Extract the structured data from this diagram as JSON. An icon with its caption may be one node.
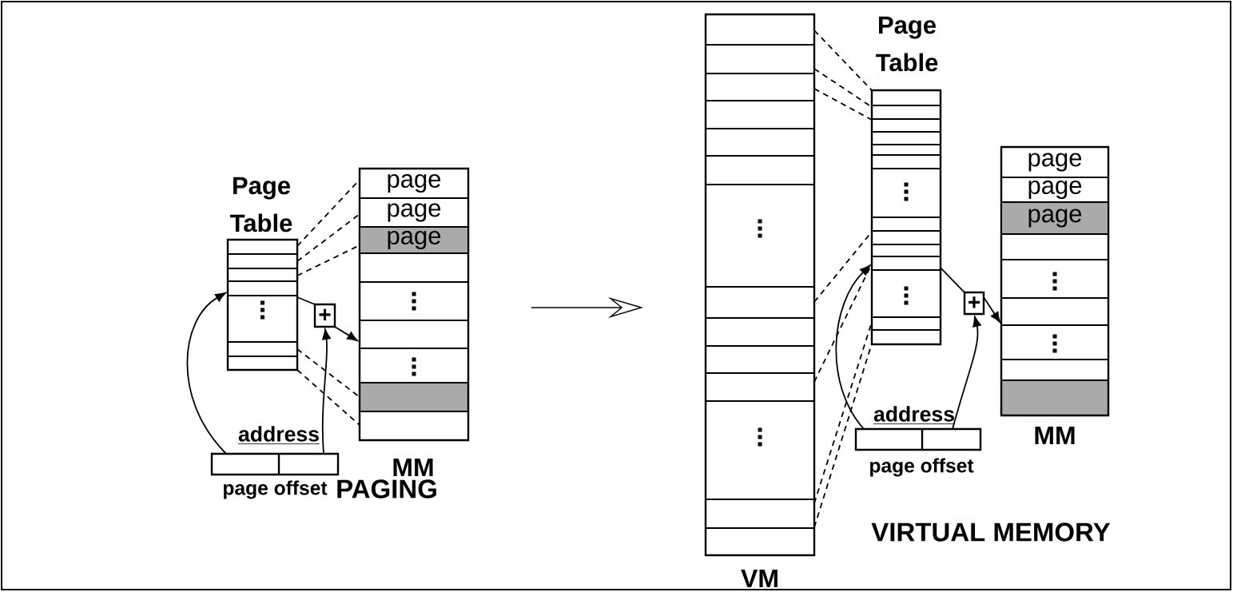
{
  "diagram": {
    "nodes": [
      {
        "text": [
          "Page Table"
        ]
      },
      {
        "text": [
          "+"
        ]
      },
      {
        "text": [
          "MM"
        ]
      },
      {
        "text": [
          "page"
        ],
        "in": 2
      },
      {
        "text": [
          "page"
        ],
        "in": 2
      },
      {
        "text": [
          "page"
        ],
        "in": 2
      },
      {
        "text": [
          "address",
          "page offset"
        ]
      },
      {
        "text": [
          "VM"
        ]
      },
      {
        "text": [
          "Page Table"
        ]
      },
      {
        "text": [
          "+"
        ]
      },
      {
        "text": [
          "MM"
        ]
      },
      {
        "text": [
          "page"
        ],
        "in": 10
      },
      {
        "text": [
          "page"
        ],
        "in": 10
      },
      {
        "text": [
          "page"
        ],
        "in": 10
      },
      {
        "text": [
          "address",
          "page offset"
        ]
      }
    ],
    "edges": [
      {
        "from": 6,
        "to": 0,
        "arrow": "to"
      },
      {
        "from": 0,
        "to": 1,
        "arrow": "none"
      },
      {
        "from": 1,
        "to": 2,
        "arrow": "to"
      },
      {
        "from": 6,
        "to": 1,
        "arrow": "to"
      },
      {
        "from": 0,
        "to": 2,
        "arrow": "none",
        "style": "dashed"
      },
      {
        "from": 0,
        "to": 2,
        "arrow": "none",
        "style": "dashed"
      },
      {
        "from": 0,
        "to": 2,
        "arrow": "none",
        "style": "dashed"
      },
      {
        "from": 0,
        "to": 2,
        "arrow": "none",
        "style": "dashed"
      },
      {
        "from": 0,
        "to": 2,
        "arrow": "none",
        "style": "dashed"
      },
      {
        "from": 14,
        "to": 8,
        "arrow": "to"
      },
      {
        "from": 8,
        "to": 9,
        "arrow": "none"
      },
      {
        "from": 9,
        "to": 10,
        "arrow": "to"
      },
      {
        "from": 14,
        "to": 9,
        "arrow": "to"
      },
      {
        "from": 7,
        "to": 8,
        "arrow": "none",
        "style": "dashed"
      },
      {
        "from": 7,
        "to": 8,
        "arrow": "none",
        "style": "dashed"
      },
      {
        "from": 7,
        "to": 8,
        "arrow": "none",
        "style": "dashed"
      },
      {
        "from": 7,
        "to": 8,
        "arrow": "none",
        "style": "dashed"
      },
      {
        "from": 7,
        "to": 8,
        "arrow": "none",
        "style": "dashed"
      },
      {
        "from": 7,
        "to": 8,
        "arrow": "none",
        "style": "dashed"
      },
      {
        "from": 7,
        "to": 8,
        "arrow": "none",
        "style": "dashed"
      }
    ],
    "labels": [
      "PAGING",
      "VIRTUAL MEMORY"
    ]
  }
}
